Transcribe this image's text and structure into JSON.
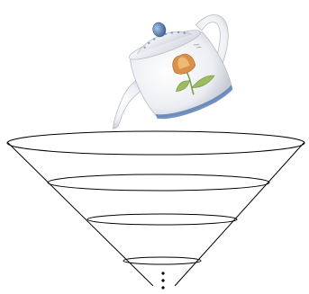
{
  "figure": {
    "illustration": "teapot-pouring-into-funnel",
    "teapot_motif": "tulip",
    "funnel_ring_count": 4,
    "continuation_marker": "vertical-dots"
  },
  "colors": {
    "background": "#ffffff",
    "line": "#000000",
    "porcelain": "#f4f4f6",
    "porcelain_shade": "#c9ccd6",
    "trim_blue": "#5a7fb4",
    "tulip_petal": "#d9904a",
    "tulip_petal_light": "#f0c17a",
    "leaf_green": "#7ea04a"
  }
}
